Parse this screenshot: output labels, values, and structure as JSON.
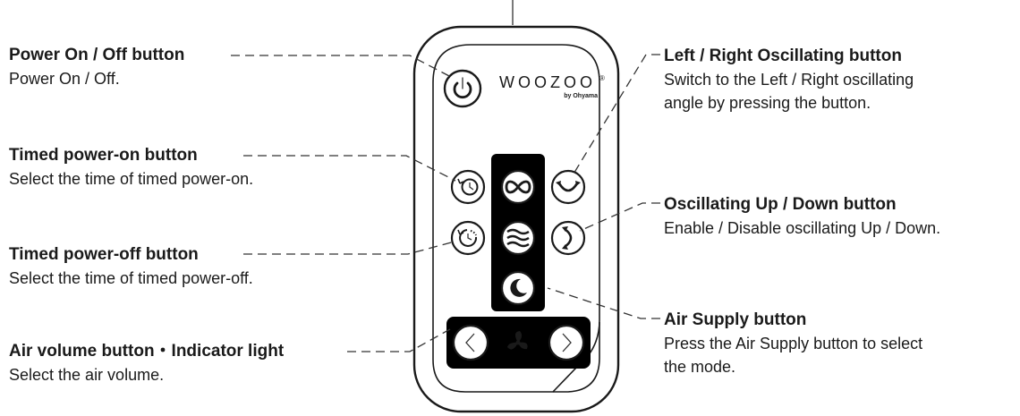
{
  "remote": {
    "brand": "WOOZOO",
    "brand_mark": "®",
    "brand_sub": "by Ohyama"
  },
  "callouts": {
    "power": {
      "title": "Power On / Off button",
      "desc": "Power On / Off."
    },
    "timed_on": {
      "title": "Timed power-on button",
      "desc": "Select the time of timed power-on."
    },
    "timed_off": {
      "title": "Timed power-off button",
      "desc": "Select the time of timed power-off."
    },
    "air_volume": {
      "title": "Air volume button・Indicator light",
      "desc": "Select the air volume."
    },
    "left_right": {
      "title": "Left / Right Oscillating button",
      "desc1": "Switch to the Left / Right oscillating",
      "desc2": "angle by pressing the button."
    },
    "up_down": {
      "title": "Oscillating Up / Down button",
      "desc": "Enable / Disable oscillating Up / Down."
    },
    "air_supply": {
      "title": "Air Supply button",
      "desc1": "Press the Air Supply button to select",
      "desc2": "the mode."
    }
  },
  "icons": {
    "power": "power-icon",
    "timer_on": "clock-icon",
    "timer_off": "clock-dotted-icon",
    "infinity": "infinity-icon",
    "wind": "wind-icon",
    "moon": "moon-icon",
    "left_right": "oscillate-left-right-icon",
    "up_down": "oscillate-up-down-icon",
    "arrow_left": "chevron-left-icon",
    "arrow_right": "chevron-right-icon",
    "fan": "fan-icon"
  },
  "colors": {
    "ink": "#1a1a1a",
    "background": "#ffffff"
  }
}
